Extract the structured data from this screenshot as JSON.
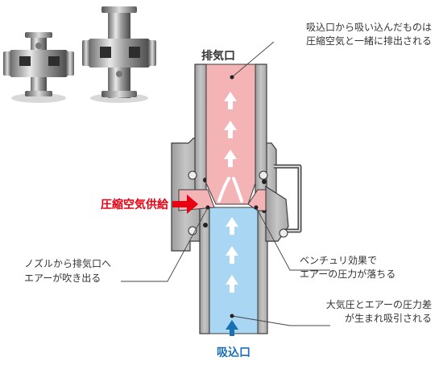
{
  "labels": {
    "exhaust_port": "排気口",
    "suction_port": "吸込口",
    "air_supply": "圧縮空気供給",
    "note_top_line1": "吸込口から吸い込んだものは",
    "note_top_line2": "圧縮空気と一緒に排出される",
    "note_nozzle_line1": "ノズルから排気口へ",
    "note_nozzle_line2": "エアーが吹き出る",
    "note_venturi_line1": "ベンチュリ効果で",
    "note_venturi_line2": "エアーの圧力が落ちる",
    "note_pressure_line1": "大気圧とエアーの圧力差",
    "note_pressure_line2": "が生まれ吸引される"
  },
  "colors": {
    "exhaust_flow": "#f4b3b5",
    "suction_flow": "#a9d6f2",
    "air_supply_accent": "#e60012",
    "suction_accent": "#1a6fb5",
    "body_gray": "#b8b8b8",
    "body_dark": "#555555"
  },
  "icons": {
    "flow_arrow": "white-up-arrow",
    "supply_arrow": "red-right-arrow",
    "intake_arrow": "blue-up-arrow"
  }
}
